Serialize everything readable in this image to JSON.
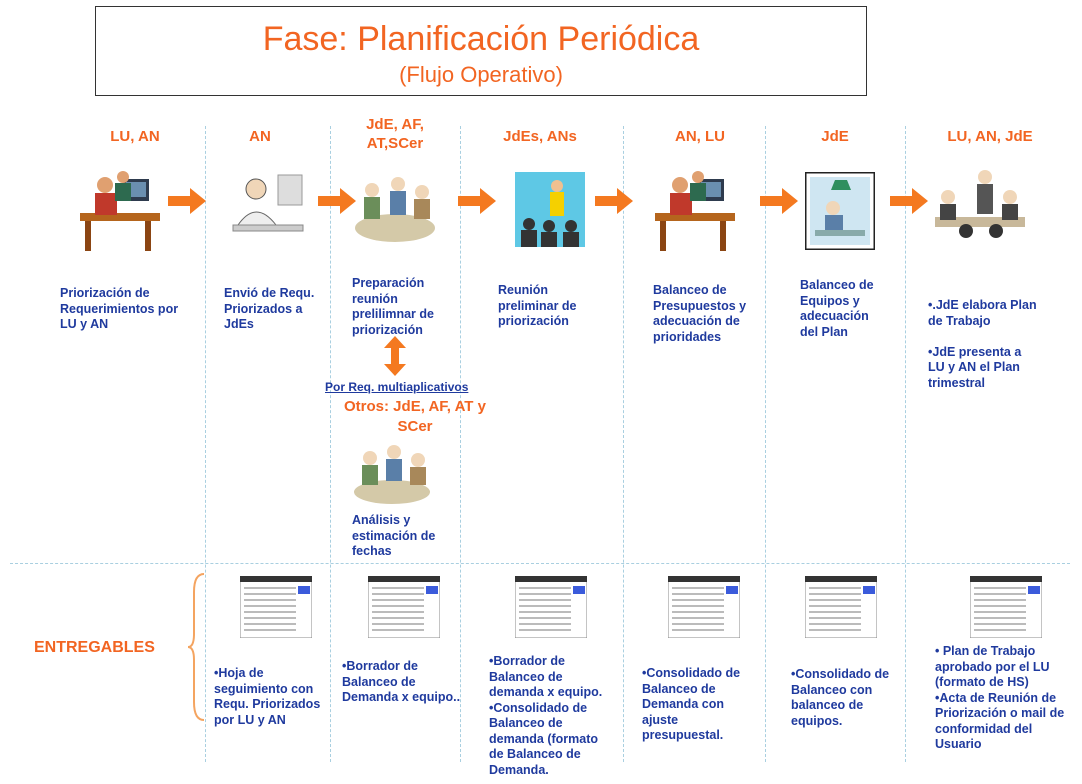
{
  "title": "Fase: Planificación Periódica",
  "subtitle": "(Flujo Operativo)",
  "roles": [
    "LU, AN",
    "AN",
    "JdE, AF,\nAT,SCer",
    "JdEs,  ANs",
    "AN, LU",
    "JdE",
    "LU, AN, JdE"
  ],
  "steps": [
    "Priorización de\nRequerimientos por\nLU y AN",
    "Envió de Requ.\nPriorizados a\nJdEs",
    "Preparación\nreunión\nprelilimnar de\npriorización",
    "Reunión\npreliminar de\npriorización",
    "Balanceo de\nPresupuestos y\nadecuación de\nprioridades",
    "Balanceo de\nEquipos  y\nadecuación\ndel Plan",
    "•.JdE elabora Plan\nde Trabajo\n\n•JdE presenta a\nLU y AN el Plan\ntrimestral"
  ],
  "por_req": "Por  Req. multiaplicativos",
  "otros": "Otros: JdE, AF, AT y\nSCer",
  "analisis": "Análisis y\nestimación de\nfechas",
  "entregables_label": "ENTREGABLES",
  "deliverables": [
    "•Hoja de\nseguimiento con\nRequ. Priorizados\npor LU y AN",
    "•Borrador de\nBalanceo de\nDemanda x equipo..",
    "•Borrador de\nBalanceo de\ndemanda x equipo.\n•Consolidado  de\nBalanceo de\ndemanda (formato\nde  Balanceo de\nDemanda.",
    "•Consolidado  de\nBalanceo de\nDemanda con\najuste\npresupuestal.",
    "•Consolidado de\nBalanceo con\nbalanceo de\nequipos.",
    "• Plan de Trabajo\naprobado por el LU\n(formato de HS)\n•Acta de Reunión de\nPriorización o mail de\nconformidad del\nUsuario"
  ],
  "colors": {
    "accent": "#f26522",
    "text": "#1f3a9e",
    "separator": "#a9cfe0"
  }
}
